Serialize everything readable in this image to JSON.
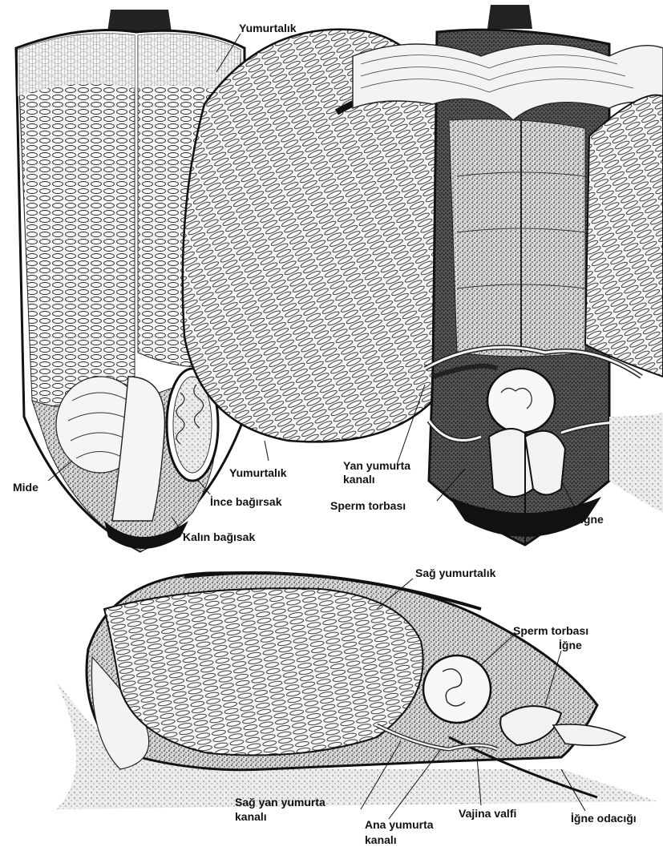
{
  "labels": {
    "yumurtalik_top": "Yumurtalık",
    "yumurtalik_mid": "Yumurtalık",
    "mide": "Mide",
    "ince_bagirsak": "İnce bağırsak",
    "kalin_bagisak": "Kalın bağısak",
    "yan_yumurta_1": "Yan yumurta",
    "yan_yumurta_2": "kanalı",
    "sperm_torbasi_top": "Sperm torbası",
    "igne_top": "İğne",
    "sag_yumurtalik": "Sağ yumurtalık",
    "sperm_torbasi_bottom": "Sperm torbası",
    "igne_bottom": "İğne",
    "sag_yan_1": "Sağ yan yumurta",
    "sag_yan_2": "kanalı",
    "ana_yumurta_1": "Ana yumurta",
    "ana_yumurta_2": "kanalı",
    "vajina_valfi": "Vajina valfi",
    "igne_odacigi": "İğne odacığı"
  },
  "colors": {
    "ink": "#1a1a1a",
    "tissue": "#f4f4f4",
    "shade": "#3a3a3a",
    "stipple": "#8a8a8a"
  }
}
